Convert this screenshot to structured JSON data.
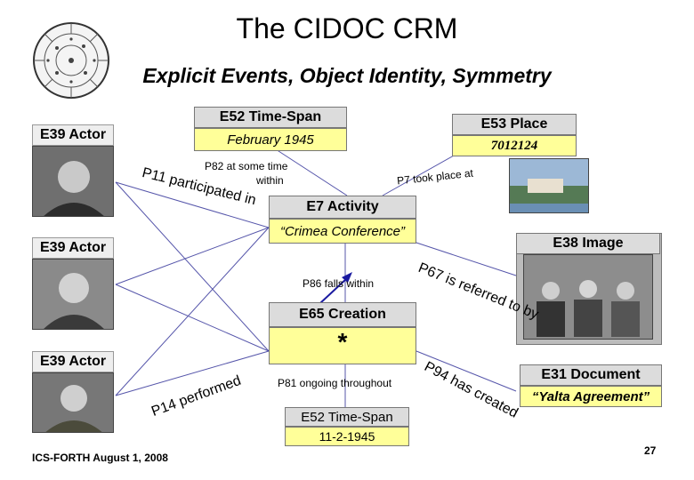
{
  "title": "The CIDOC CRM",
  "subtitle": "Explicit Events, Object Identity, Symmetry",
  "actors": [
    {
      "label": "E39 Actor"
    },
    {
      "label": "E39 Actor"
    },
    {
      "label": "E39 Actor"
    }
  ],
  "timespan_top": {
    "header": "E52 Time-Span",
    "value": "February 1945"
  },
  "place": {
    "header": "E53 Place",
    "value": "7012124"
  },
  "activity": {
    "header": "E7 Activity",
    "value": "“Crimea Conference”"
  },
  "creation": {
    "header": "E65 Creation",
    "value": "*"
  },
  "image": {
    "header": "E38 Image"
  },
  "document": {
    "header": "E31 Document",
    "value": "“Yalta Agreement”"
  },
  "timespan_bottom": {
    "header": "E52 Time-Span",
    "value": "11-2-1945"
  },
  "relations": {
    "p82": "P82 at some    time",
    "p82b": "within",
    "p7": "P7 took place at",
    "p11": "P11 participated in",
    "p86": "P86 falls  within",
    "p67": "P67 is referred to by",
    "p81": "P81 ongoing throughout",
    "p94": "P94 has created",
    "p14": "P14 performed"
  },
  "footer": "ICS-FORTH  August 1, 2008",
  "page_number": "27",
  "colors": {
    "yellow": "#ffff99",
    "header_gray": "#dcdcdc",
    "arrow_blue": "#1a1aa0",
    "line_blue": "#5555aa"
  }
}
